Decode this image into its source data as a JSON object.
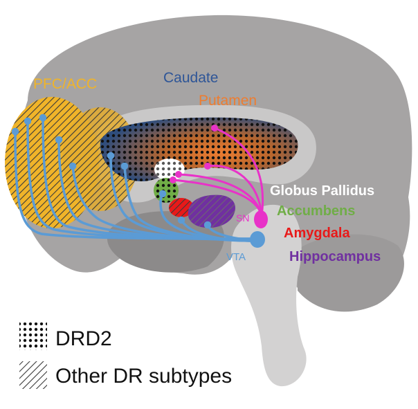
{
  "regions": {
    "pfc_acc": {
      "label": "PFC/ACC",
      "color": "#f0b429"
    },
    "caudate": {
      "label": "Caudate",
      "color": "#2e5597"
    },
    "putamen": {
      "label": "Putamen",
      "color": "#ed7d31"
    },
    "globus_pallidus": {
      "label": "Globus Pallidus",
      "color": "#ffffff"
    },
    "accumbens": {
      "label": "Accumbens",
      "color": "#70ad47"
    },
    "amygdala": {
      "label": "Amygdala",
      "color": "#e81919"
    },
    "hippocampus": {
      "label": "Hippocampus",
      "color": "#7030a0"
    }
  },
  "nuclei": {
    "sn": {
      "label": "SN",
      "color": "#e832c8"
    },
    "vta": {
      "label": "VTA",
      "color": "#5b9bd5"
    }
  },
  "legend": {
    "drd2": "DRD2",
    "other": "Other DR subtypes"
  },
  "colors": {
    "brain_outer": "#a6a4a4",
    "brain_inner": "#8c8a8a",
    "brainstem": "#d3d2d2",
    "ventricle": "#c9c8c8",
    "dots": "#111111",
    "hatch": "#3a3a3a"
  }
}
